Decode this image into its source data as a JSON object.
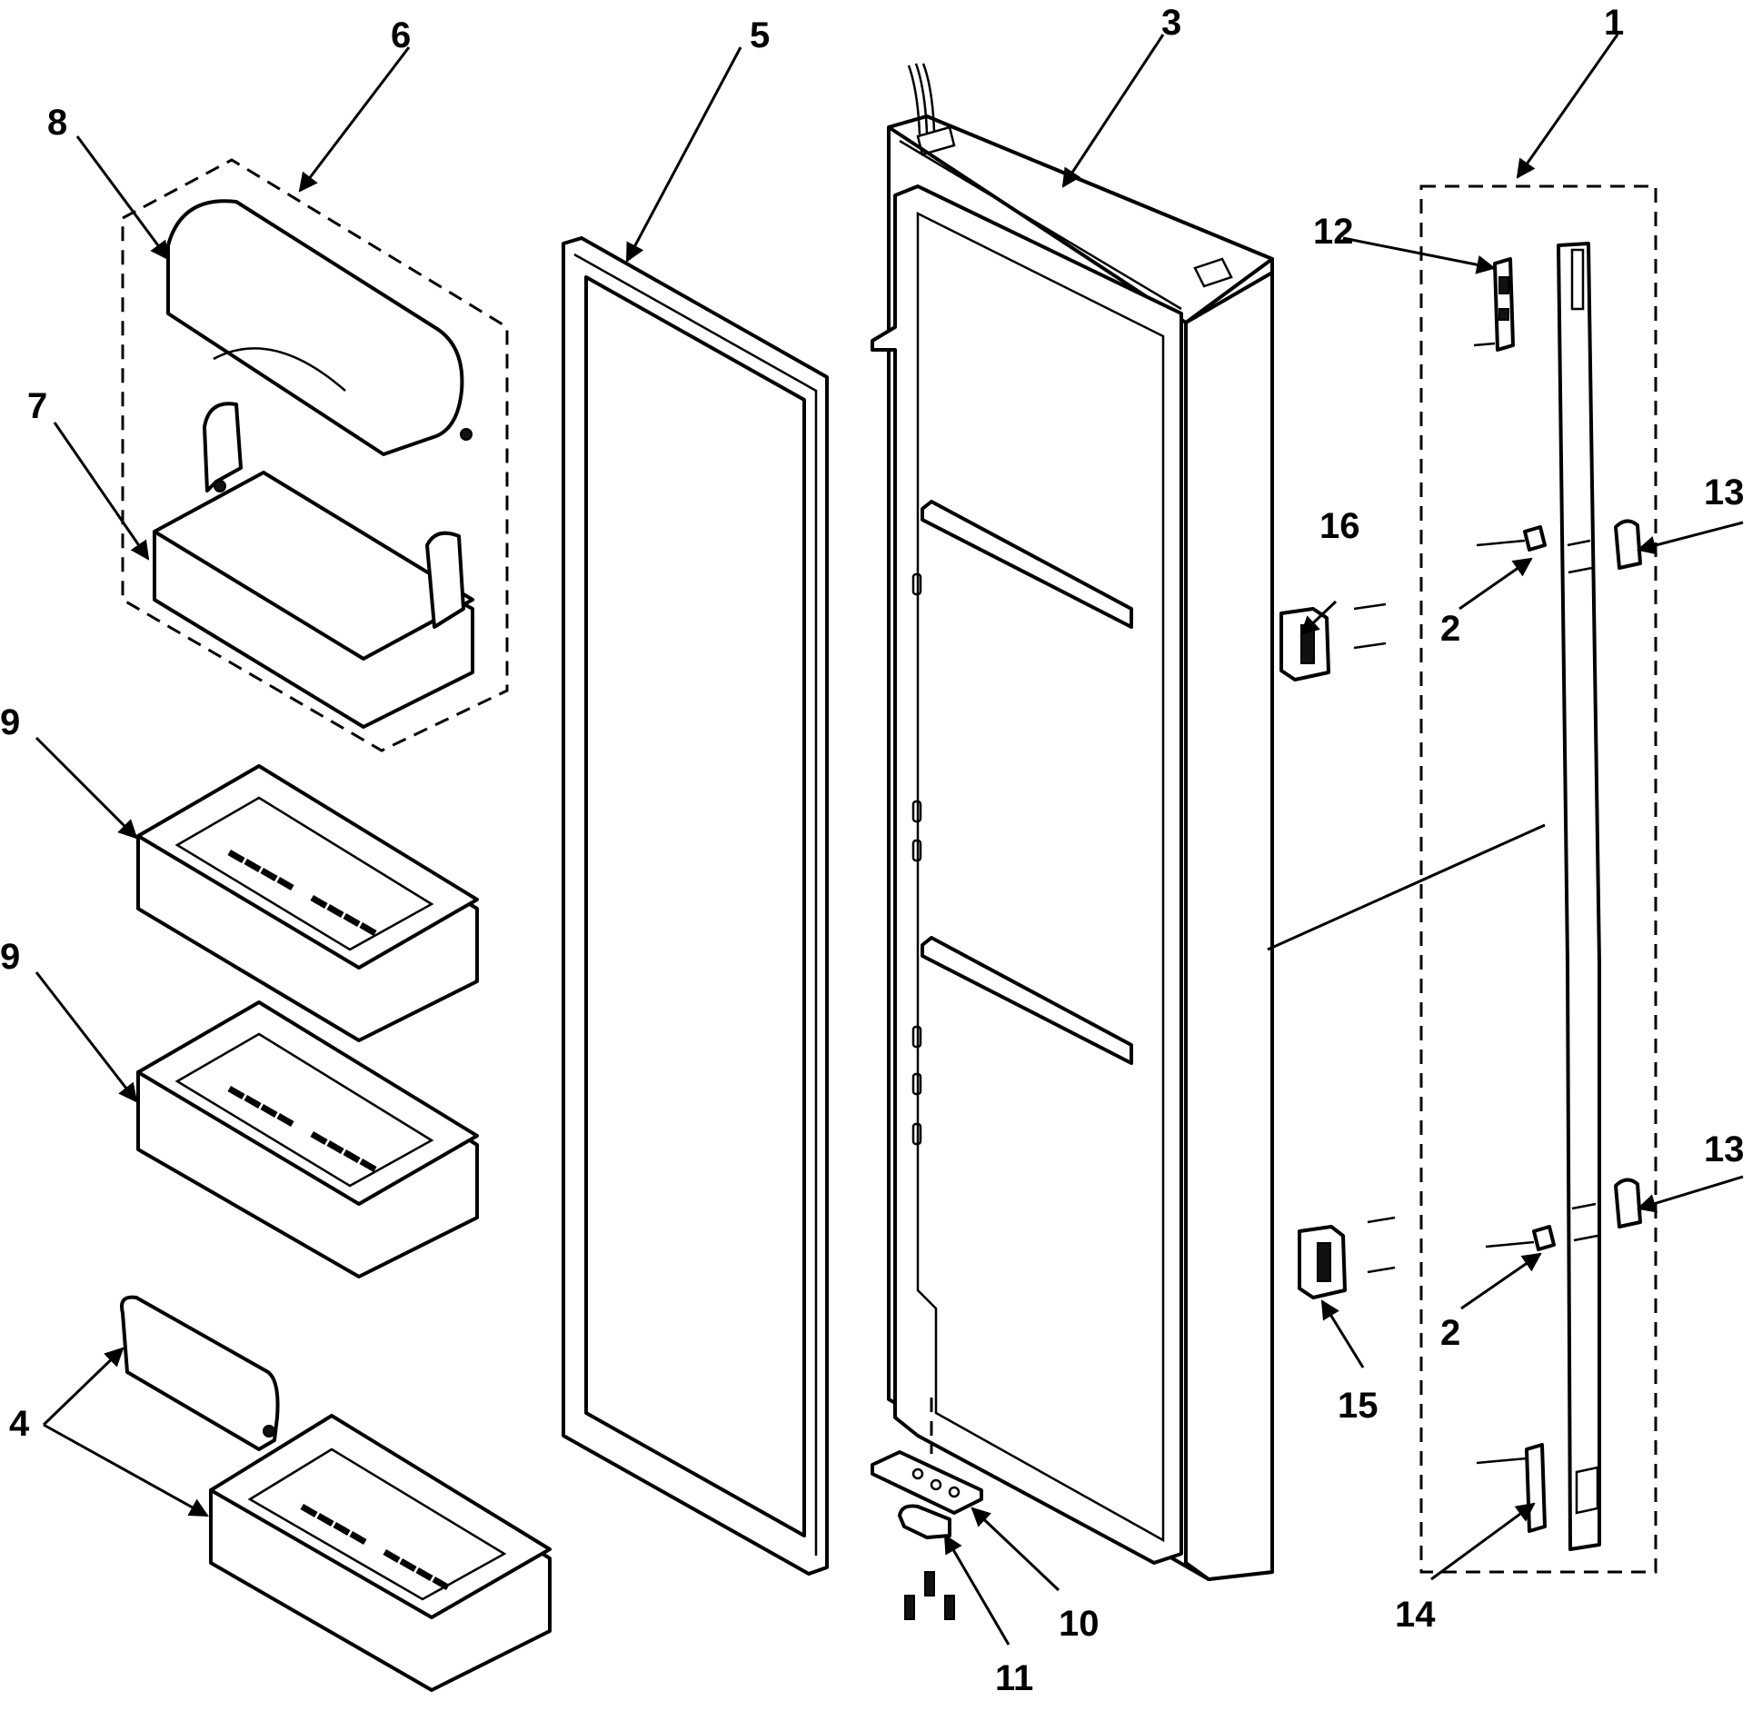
{
  "callouts": {
    "c1": "1",
    "c2a": "2",
    "c2b": "2",
    "c3": "3",
    "c4": "4",
    "c5": "5",
    "c6": "6",
    "c7": "7",
    "c8": "8",
    "c9a": "9",
    "c9b": "9",
    "c10": "10",
    "c11": "11",
    "c12": "12",
    "c13a": "13",
    "c13b": "13",
    "c14": "14",
    "c15": "15",
    "c16": "16"
  }
}
